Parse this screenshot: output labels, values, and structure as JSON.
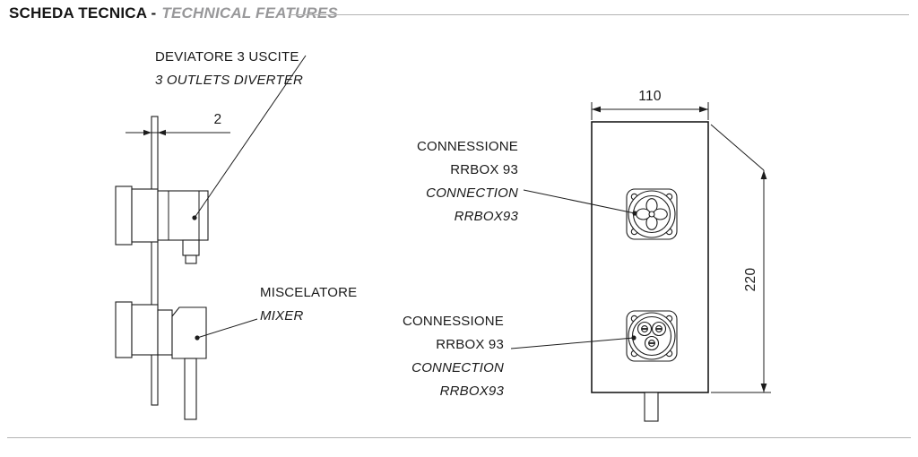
{
  "header": {
    "title_it": "SCHEDA TECNICA -",
    "title_en": "TECHNICAL FEATURES"
  },
  "side_view": {
    "thickness_dim": "2",
    "diverter_label_it": "DEVIATORE 3 USCITE",
    "diverter_label_en": "3 OUTLETS DIVERTER",
    "mixer_label_it": "MISCELATORE",
    "mixer_label_en": "MIXER"
  },
  "front_view": {
    "width_dim": "110",
    "height_dim": "220",
    "top_connection": {
      "line1": "CONNESSIONE",
      "line2": "RRBOX 93",
      "line3": "CONNECTION",
      "line4": "RRBOX93"
    },
    "bottom_connection": {
      "line1": "CONNESSIONE",
      "line2": "RRBOX 93",
      "line3": "CONNECTION",
      "line4": "RRBOX93"
    }
  },
  "colors": {
    "text": "#1a1a1a",
    "muted_title": "#98989a",
    "line": "#1c1c1c",
    "rule": "#b3b3b3"
  }
}
